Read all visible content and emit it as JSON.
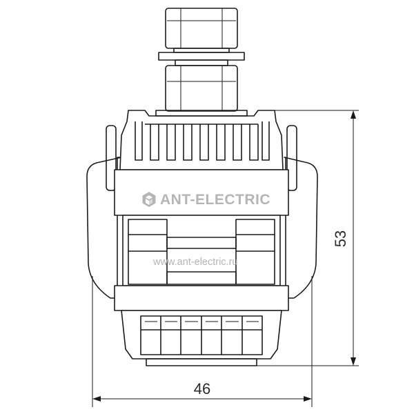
{
  "brand": {
    "name": "ANT-ELECTRIC",
    "website": "www.ant-electric.ru",
    "logo_icon": "hexagon-cube-icon"
  },
  "dimensions": {
    "height_label": "53",
    "width_label": "46"
  },
  "colors": {
    "outline": "#1a1a1a",
    "body_fill": "#ffffff",
    "plate_fill": "#e8e8e8",
    "inner_fill": "#ffffff",
    "watermark": "#b5b5b5"
  }
}
